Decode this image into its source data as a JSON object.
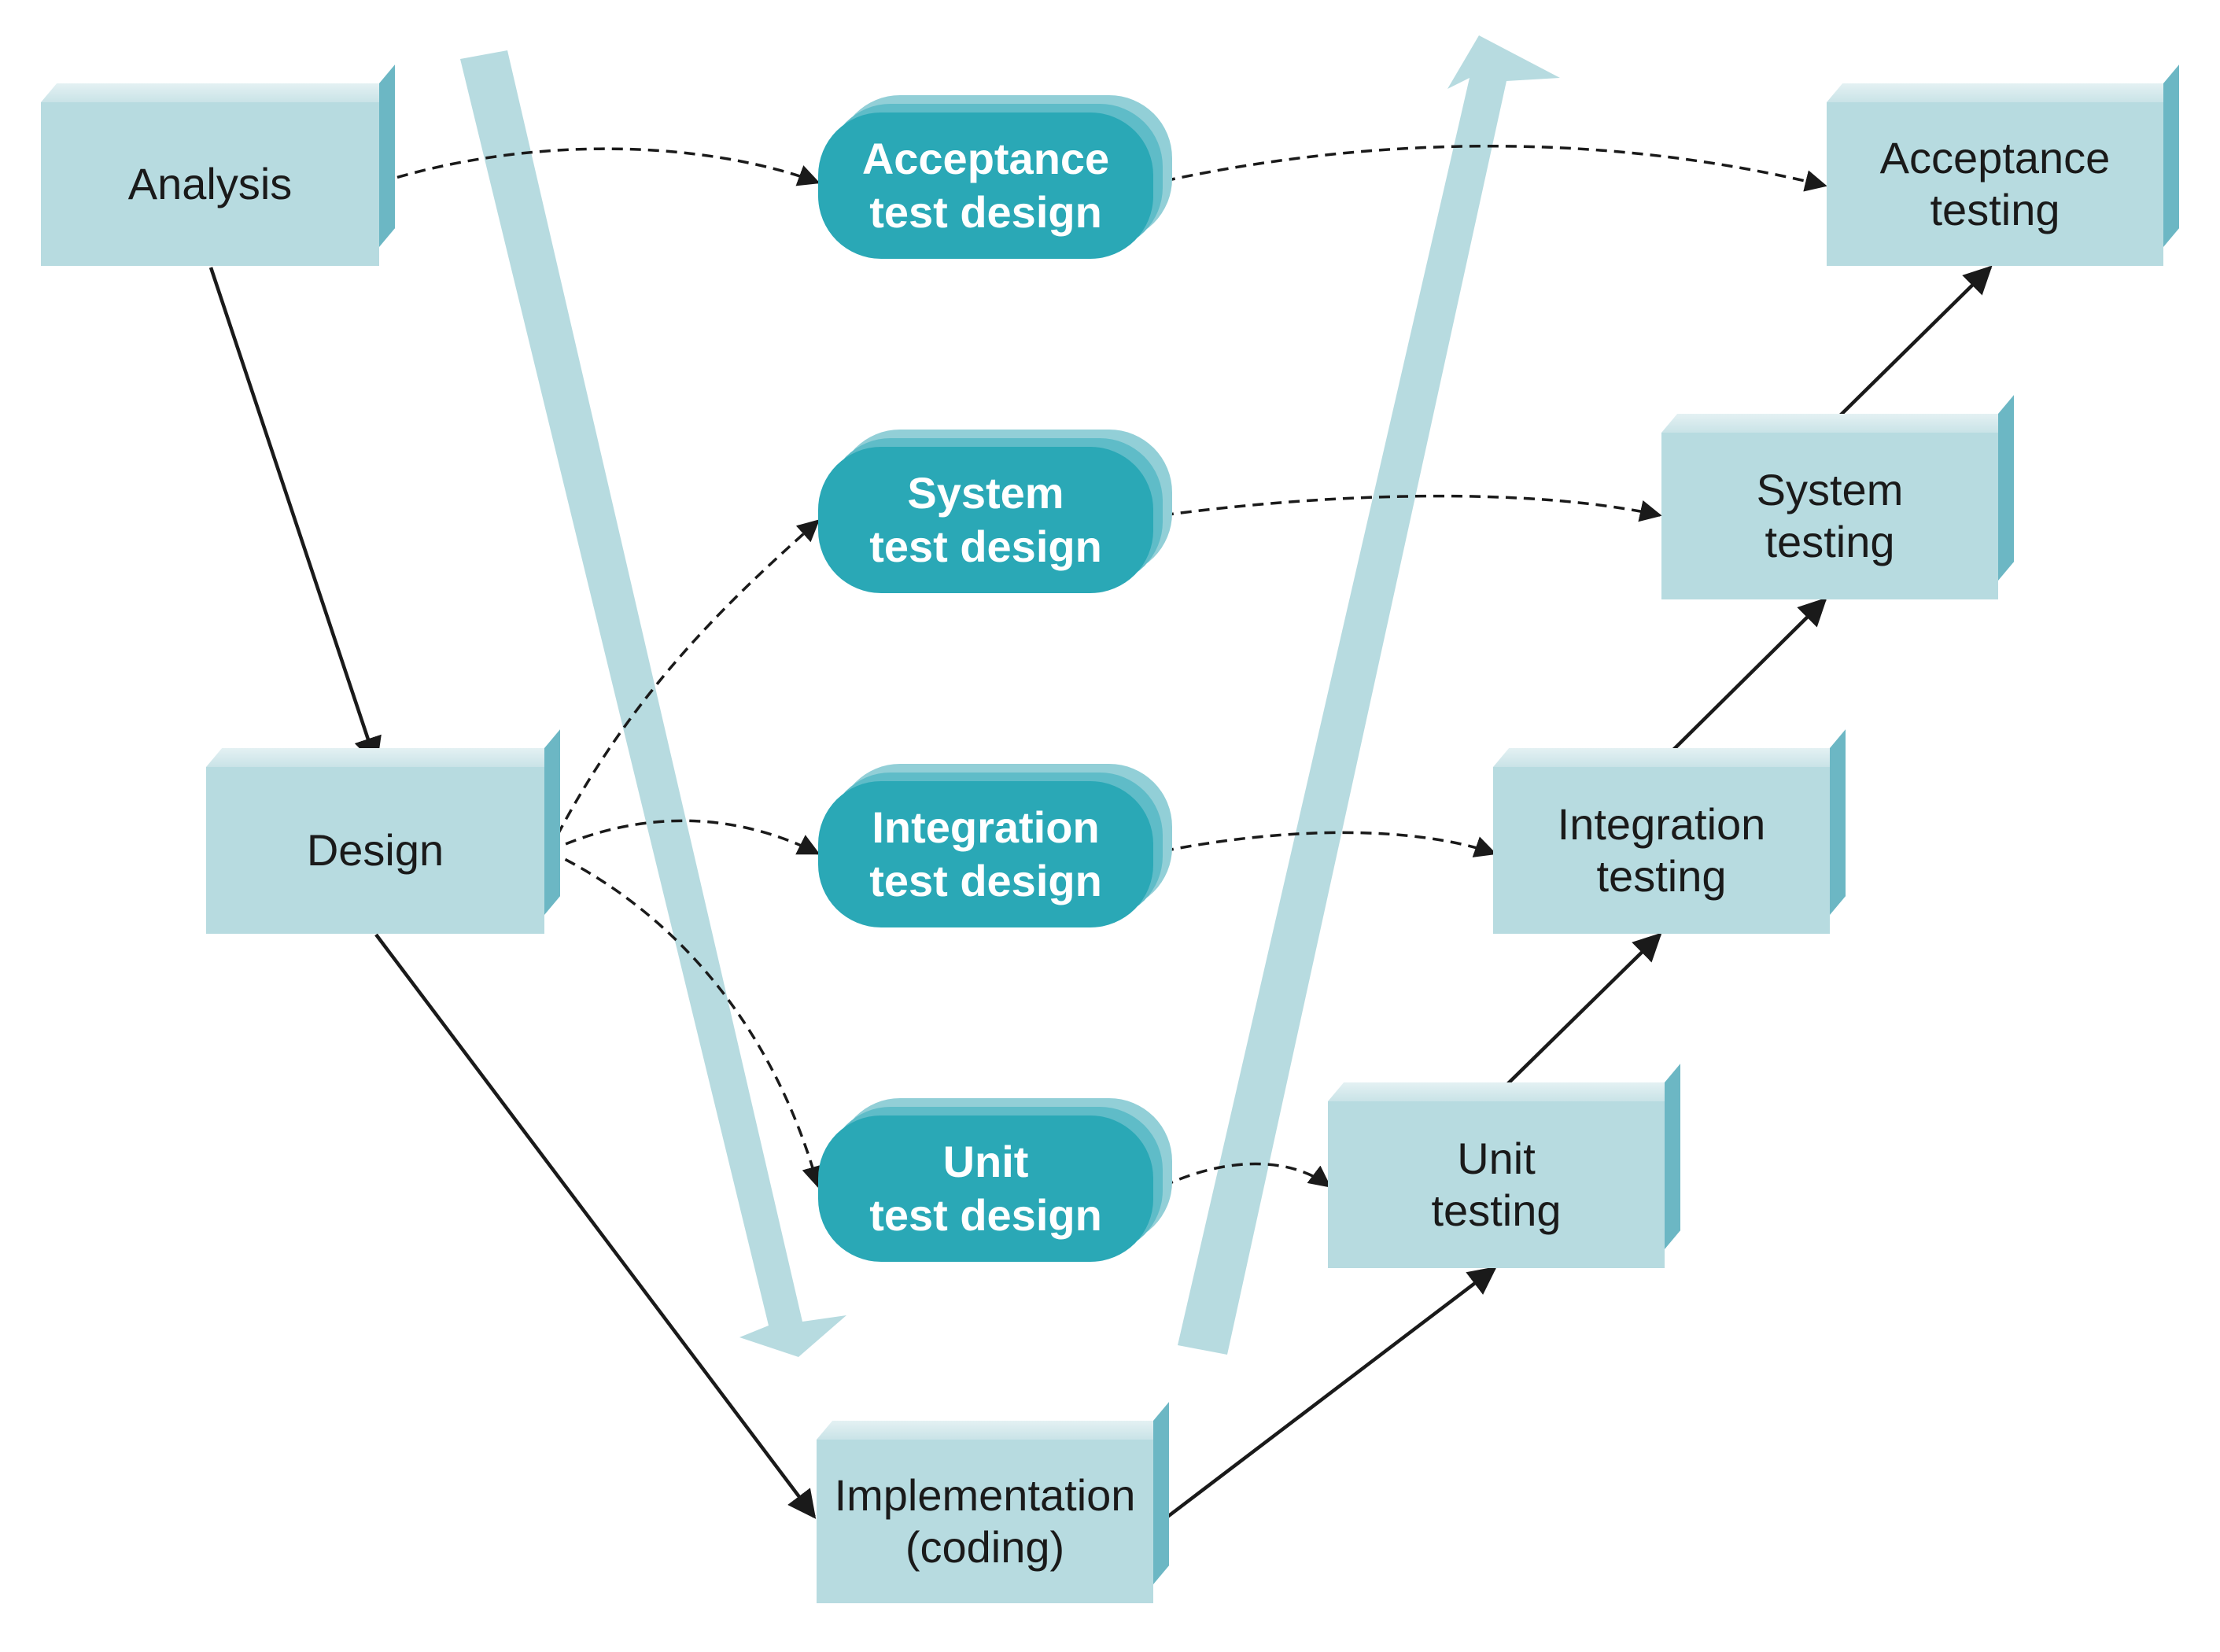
{
  "colors": {
    "phase_fill": "#b7dbe0",
    "phase_side": "#6cb7c4",
    "design_fill": "#2aa8b6",
    "big_arrow": "#b7dbe0",
    "line": "#1a1a1a"
  },
  "phases": {
    "analysis": "Analysis",
    "design": "Design",
    "implementation_1": "Implementation",
    "implementation_2": "(coding)",
    "unit_testing_1": "Unit",
    "unit_testing_2": "testing",
    "integration_testing_1": "Integration",
    "integration_testing_2": "testing",
    "system_testing_1": "System",
    "system_testing_2": "testing",
    "acceptance_testing_1": "Acceptance",
    "acceptance_testing_2": "testing"
  },
  "test_designs": {
    "acceptance_1": "Acceptance",
    "acceptance_2": "test design",
    "system_1": "System",
    "system_2": "test design",
    "integration_1": "Integration",
    "integration_2": "test design",
    "unit_1": "Unit",
    "unit_2": "test design"
  }
}
